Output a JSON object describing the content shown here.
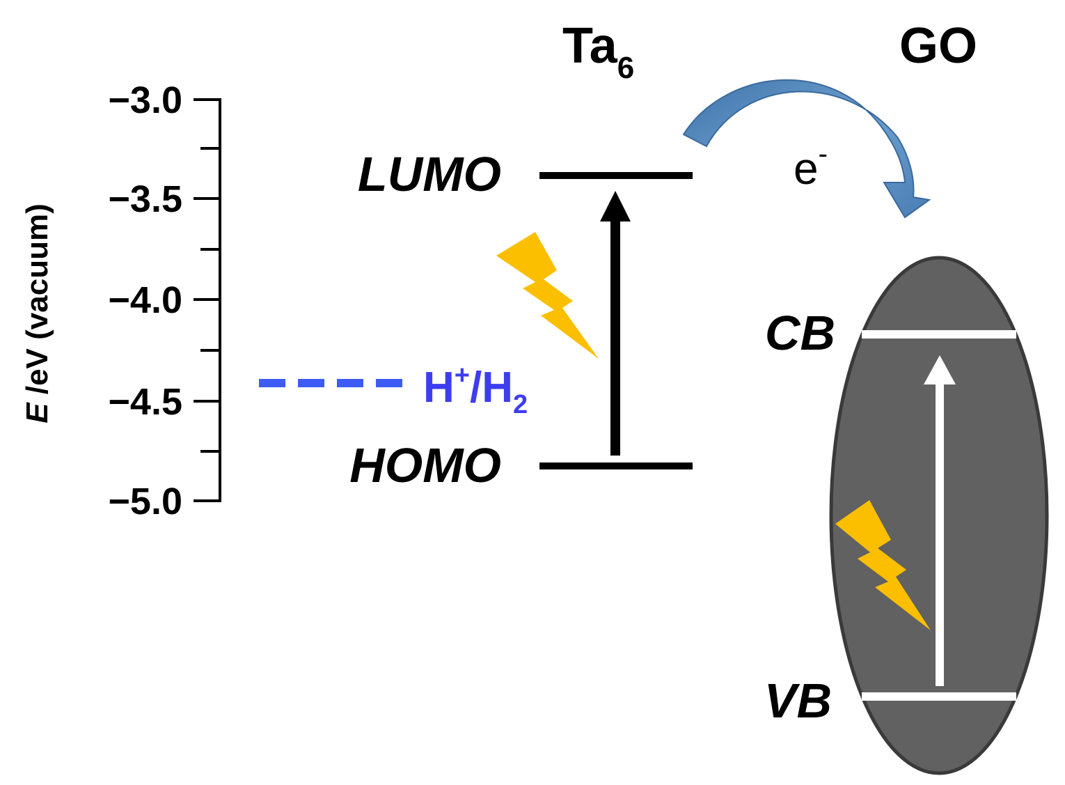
{
  "axis": {
    "label_var": "E",
    "label_rest": " /eV (vacuum)",
    "ticks": [
      "−3.0",
      "−3.5",
      "−4.0",
      "−4.5",
      "−5.0"
    ]
  },
  "ta6": {
    "title_main": "Ta",
    "title_sub": "6",
    "lumo": "LUMO",
    "homo": "HOMO"
  },
  "go": {
    "title": "GO",
    "cb": "CB",
    "vb": "VB"
  },
  "electron": {
    "main": "e",
    "sup": "-"
  },
  "redox": {
    "label_h": "H",
    "label_plus": "+",
    "label_mid": "/H",
    "label_sub": "2"
  },
  "colors": {
    "redox": "#3d3df0",
    "redox_dash": "#3d5cf5",
    "lightning": "#fbbf00",
    "go_fill": "#616161",
    "go_stroke": "#3a3a3a",
    "transfer_arrow": "#4f84b9"
  },
  "icons": [
    "lightning-bolt-icon",
    "up-arrow-icon",
    "curved-arrow-icon"
  ]
}
